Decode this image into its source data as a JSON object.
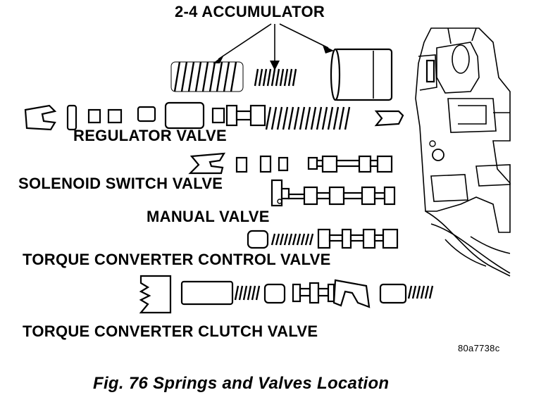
{
  "labels": {
    "accumulator": "2-4 ACCUMULATOR",
    "regulator": "REGULATOR VALVE",
    "solenoid": "SOLENOID SWITCH VALVE",
    "manual": "MANUAL VALVE",
    "tcc_control": "TORQUE CONVERTER CONTROL VALVE",
    "tcc_clutch": "TORQUE CONVERTER CLUTCH VALVE",
    "figure_code": "80a7738c",
    "caption": "Fig. 76 Springs and Valves Location"
  }
}
